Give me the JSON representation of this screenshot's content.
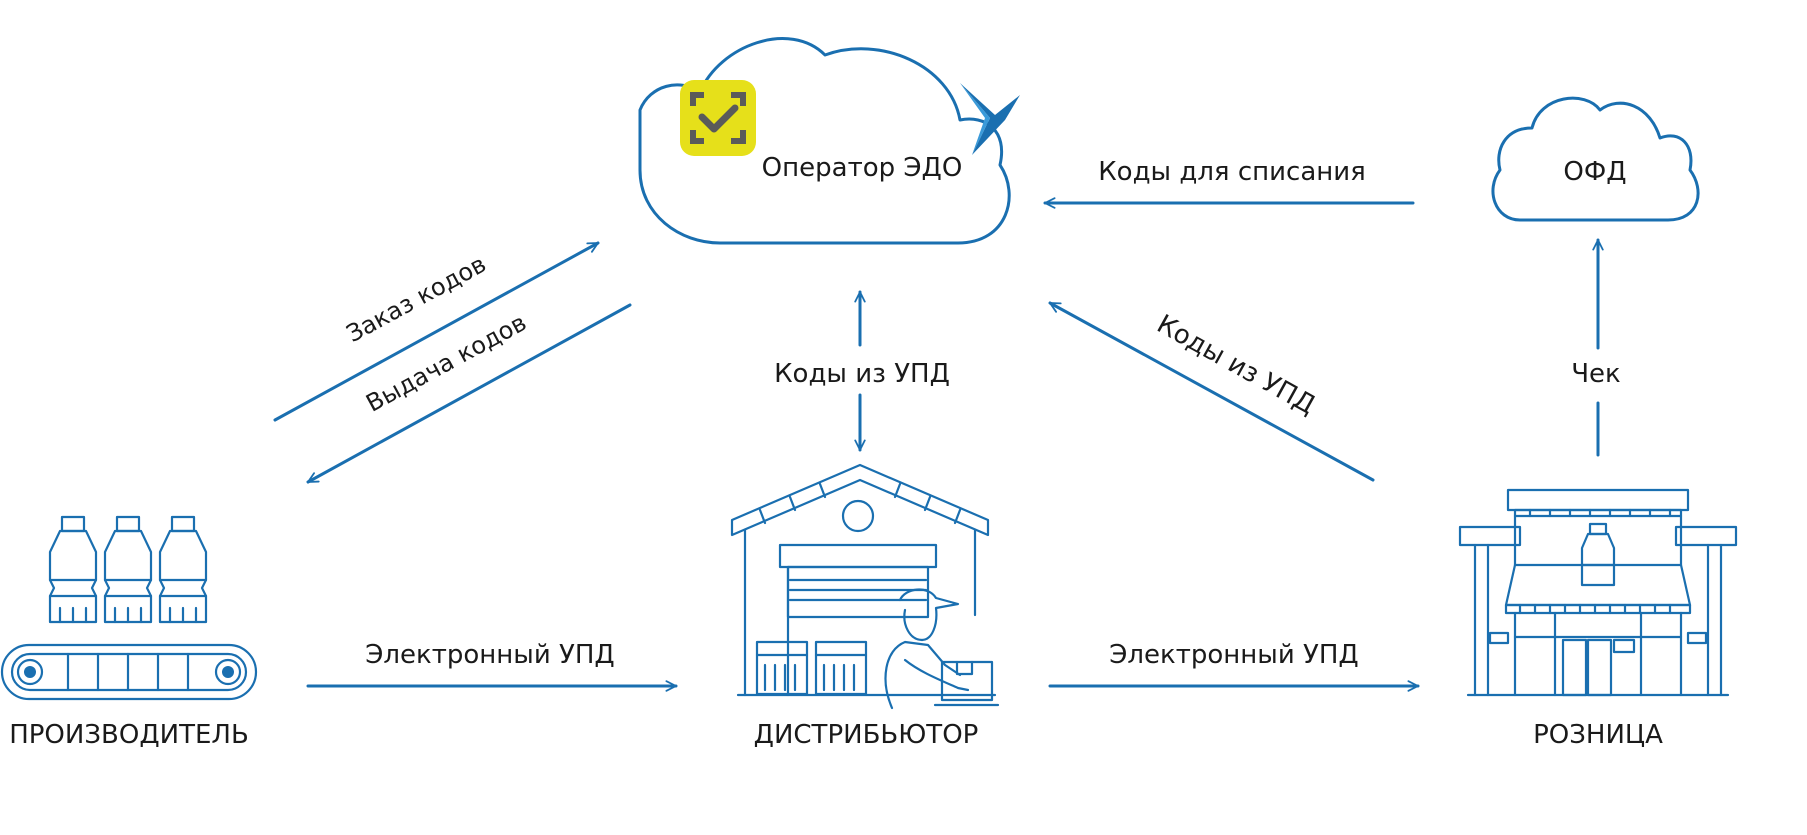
{
  "nodes": {
    "edo_operator": "Оператор ЭДО",
    "ofd": "ОФД",
    "producer": "ПРОИЗВОДИТЕЛЬ",
    "distributor": "ДИСТРИБЬЮТОР",
    "retail": "РОЗНИЦА"
  },
  "flows": {
    "order_codes": "Заказ кодов",
    "issue_codes": "Выдача кодов",
    "codes_from_upd_center": "Коды из УПД",
    "codes_from_upd_diag": "Коды из УПД",
    "codes_for_writeoff": "Коды для списания",
    "receipt": "Чек",
    "electronic_upd_left": "Электронный УПД",
    "electronic_upd_right": "Электронный УПД"
  },
  "colors": {
    "line": "#1a6fb0",
    "badge": "#e6e01a",
    "badge_icon": "#5a5a5a",
    "text": "#1a1a1a"
  },
  "icons": [
    "check-badge-icon",
    "bird-logo-icon",
    "bottles-conveyor-icon",
    "warehouse-worker-icon",
    "store-icon"
  ]
}
